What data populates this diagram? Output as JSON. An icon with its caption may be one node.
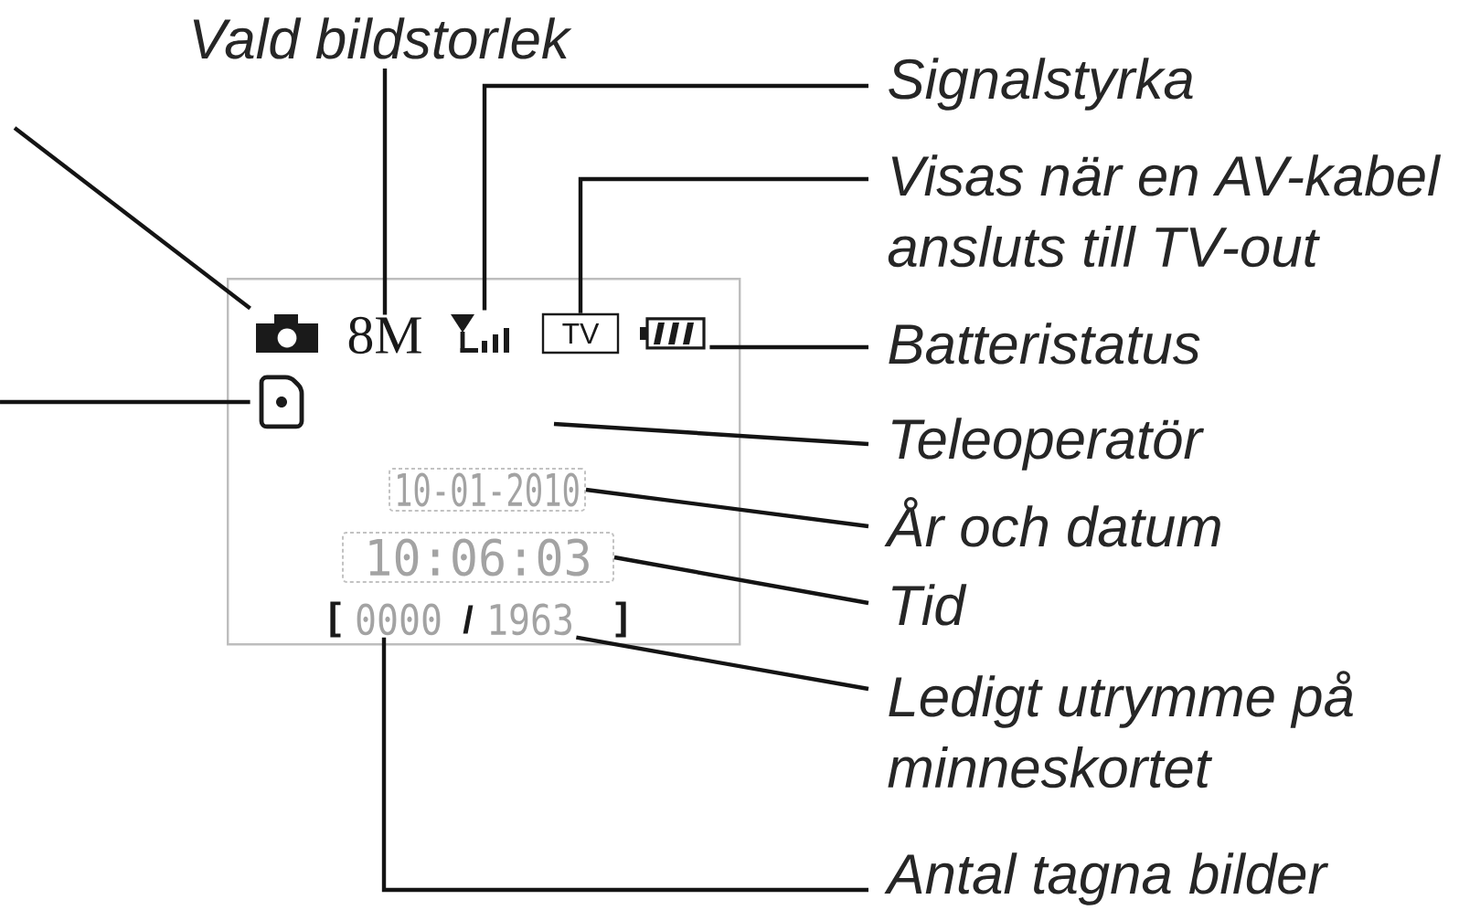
{
  "diagram": {
    "nodes": [
      {
        "text": [
          "Vald bildstorlek"
        ]
      },
      {
        "text": [
          "Signalstyrka"
        ]
      },
      {
        "text": [
          "Visas när en AV-kabel ansluts till TV-out"
        ]
      },
      {
        "text": [],
        "shape": "box"
      },
      {
        "text": [],
        "shape": "picture",
        "in": 3
      },
      {
        "text": [
          "8M"
        ],
        "in": 3
      },
      {
        "text": [],
        "shape": "picture",
        "in": 3
      },
      {
        "text": [
          "TV"
        ],
        "in": 3
      },
      {
        "text": [],
        "shape": "picture",
        "in": 3
      },
      {
        "text": [
          "Batteristatus"
        ]
      },
      {
        "text": [],
        "shape": "picture",
        "in": 3
      },
      {
        "text": [
          "Teleoperatör"
        ]
      },
      {
        "text": [
          "10-01-2010"
        ],
        "in": 3
      },
      {
        "text": [
          "År och datum"
        ]
      },
      {
        "text": [
          "10:06:03"
        ],
        "in": 3
      },
      {
        "text": [
          "Tid"
        ]
      },
      {
        "text": [
          "0000"
        ],
        "in": 3
      },
      {
        "text": [
          "1963"
        ],
        "in": 3
      },
      {
        "text": [
          "Ledigt utrymme på minneskortet"
        ]
      },
      {
        "text": [
          "Antal tagna bilder"
        ]
      }
    ],
    "edges": [
      {
        "from": null,
        "to": 4,
        "arrow": "none"
      },
      {
        "from": null,
        "to": 10,
        "arrow": "none"
      },
      {
        "from": 0,
        "to": 5,
        "arrow": "none"
      },
      {
        "from": 1,
        "to": 6,
        "arrow": "none"
      },
      {
        "from": 2,
        "to": 7,
        "arrow": "none"
      },
      {
        "from": 9,
        "to": 8,
        "arrow": "none"
      },
      {
        "from": 11,
        "to": null,
        "arrow": "none"
      },
      {
        "from": 13,
        "to": 12,
        "arrow": "none"
      },
      {
        "from": 15,
        "to": 14,
        "arrow": "none"
      },
      {
        "from": 18,
        "to": 17,
        "arrow": "none"
      },
      {
        "from": 19,
        "to": 16,
        "arrow": "none"
      }
    ],
    "labels": [
      "[",
      "/",
      "]"
    ]
  }
}
